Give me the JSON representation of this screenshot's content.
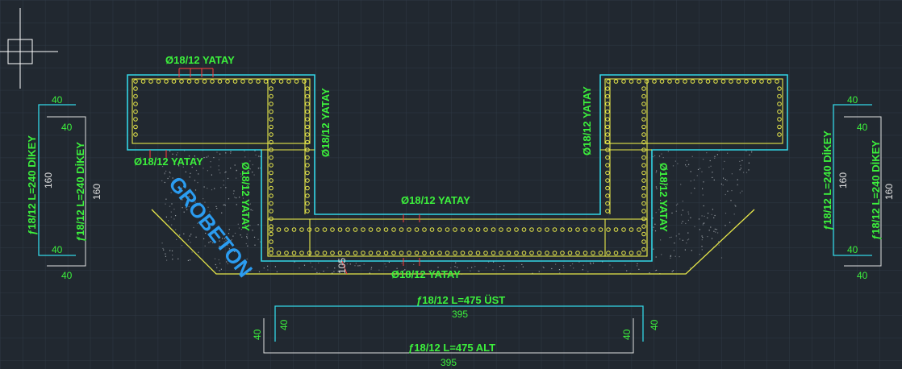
{
  "colors": {
    "background": "#212830",
    "grid": "#2e3945",
    "outline": "#33d6e6",
    "rebar": "#e8e84a",
    "dim_line": "#e0e0e0",
    "label": "#3cf03c",
    "grobeton": "#2b9cf0",
    "marker": "#ff3b3b"
  },
  "labels": {
    "top_left_horizontal": "Ø18/12 YATAY",
    "mid_left_horizontal": "Ø18/12 YATAY",
    "bottom_horizontal": "Ø18/12 YATAY",
    "channel_horizontal": "Ø18/12 YATAY",
    "left_inner_vertical": "Ø18/12 YATAY",
    "right_inner_vertical": "Ø18/12 YATAY",
    "left_wall_vertical": "Ø18/12 YATAY",
    "right_wall_vertical": "Ø18/12 YATAY",
    "grobeton": "GROBETON",
    "dim_105": "105"
  },
  "left_bar": {
    "label_a": "ƒ18/12 L=240 DİKEY",
    "label_b": "ƒ18/12 L=240 DİKEY",
    "top_a": "40",
    "top_b": "40",
    "height_a": "160",
    "height_b": "160",
    "bottom_a": "40",
    "bottom_b": "40"
  },
  "right_bar": {
    "label_a": "ƒ18/12 L=240 DİKEY",
    "label_b": "ƒ18/12 L=240 DİKEY",
    "top_a": "40",
    "top_b": "40",
    "height_a": "160",
    "height_b": "160",
    "bottom_a": "40",
    "bottom_b": "40"
  },
  "bottom_bar": {
    "top_label": "ƒ18/12 L=475 ÜST",
    "top_length": "395",
    "left_a": "40",
    "left_b": "40",
    "right_a": "40",
    "right_b": "40",
    "bottom_label": "ƒ18/12 L=475 ALT",
    "bottom_length": "395"
  }
}
